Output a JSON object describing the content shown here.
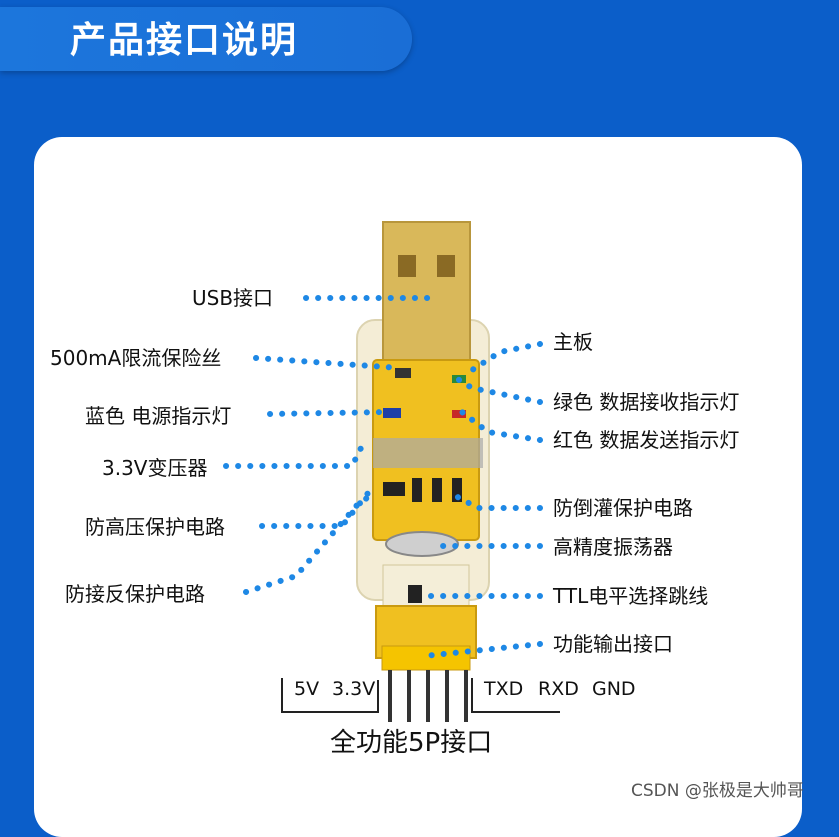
{
  "header": {
    "title": "产品接口说明"
  },
  "colors": {
    "background": "#0b5ec9",
    "header": "#1a6ed6",
    "card": "#ffffff",
    "dots": "#1e88e5",
    "gold": "#d9b85a",
    "pcb": "#f0c020"
  },
  "labels_left": [
    {
      "id": "usb",
      "text": "USB接口"
    },
    {
      "id": "fuse",
      "text": "500mA限流保险丝"
    },
    {
      "id": "power-led",
      "text": "蓝色 电源指示灯"
    },
    {
      "id": "regulator",
      "text": "3.3V变压器"
    },
    {
      "id": "hv-protect",
      "text": "防高压保护电路"
    },
    {
      "id": "reverse-protect",
      "text": "防接反保护电路"
    }
  ],
  "labels_right": [
    {
      "id": "mainboard",
      "text": "主板"
    },
    {
      "id": "rx-led",
      "text": "绿色 数据接收指示灯"
    },
    {
      "id": "tx-led",
      "text": "红色 数据发送指示灯"
    },
    {
      "id": "backflow",
      "text": "防倒灌保护电路"
    },
    {
      "id": "oscillator",
      "text": "高精度振荡器"
    },
    {
      "id": "ttl-jumper",
      "text": "TTL电平选择跳线"
    },
    {
      "id": "output",
      "text": "功能输出接口"
    }
  ],
  "pins": {
    "left": [
      "5V",
      "3.3V"
    ],
    "right": [
      "TXD",
      "RXD",
      "GND"
    ]
  },
  "connector_title": "全功能5P接口",
  "watermark": "CSDN @张极是大帅哥"
}
